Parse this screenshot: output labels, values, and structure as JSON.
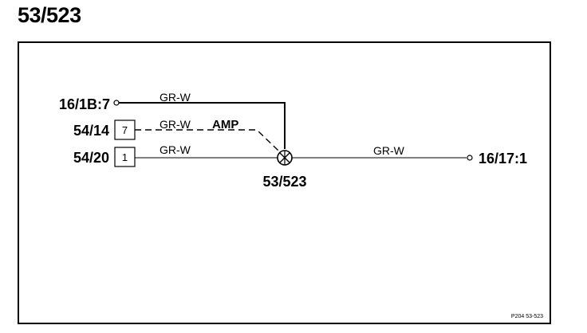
{
  "page": {
    "title": "53/523"
  },
  "connectors": {
    "left_top": "16/1B:7",
    "left_mid": "54/14",
    "left_bottom": "54/20",
    "right": "16/17:1"
  },
  "pins": {
    "mid_pin": "7",
    "bottom_pin": "1"
  },
  "wires": {
    "top_color": "GR-W",
    "mid_color": "GR-W",
    "mid_note": "AMP",
    "bottom_color": "GR-W",
    "right_color": "GR-W"
  },
  "splice": {
    "label": "53/523"
  },
  "footer": {
    "reference": "P204 53-523"
  }
}
